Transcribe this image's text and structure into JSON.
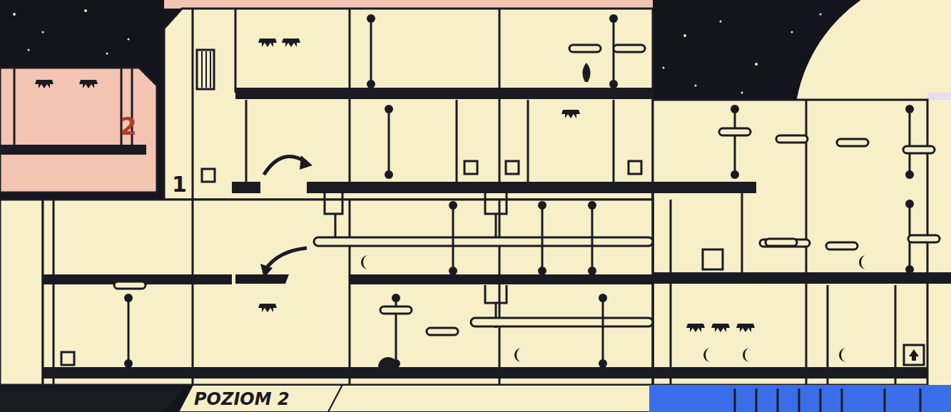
{
  "diagram": {
    "labels": [
      "2",
      "1",
      "POZIOM 2"
    ]
  }
}
